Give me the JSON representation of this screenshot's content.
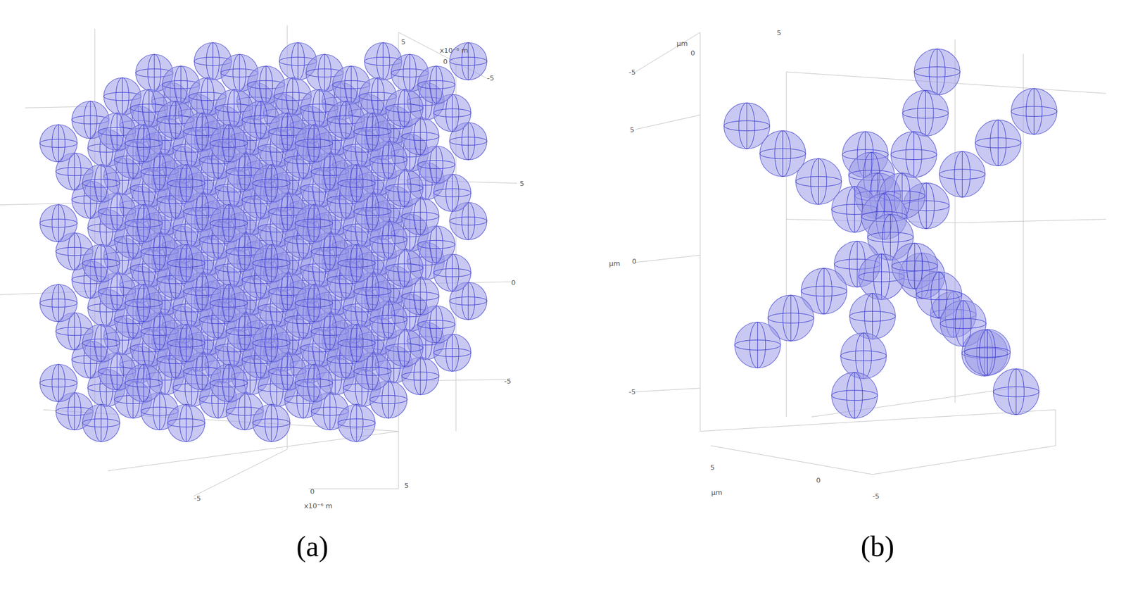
{
  "diagram": {
    "labels": [
      "5",
      "x10⁻⁶ m",
      "0",
      "-5",
      "5",
      "0",
      "-5",
      "-5",
      "0",
      "5",
      "x10⁻⁶ m",
      "(a)",
      "5",
      "μm",
      "0",
      "-5",
      "5",
      "μm",
      "0",
      "-5",
      "5",
      "μm",
      "0",
      "-5",
      "(b)"
    ]
  }
}
